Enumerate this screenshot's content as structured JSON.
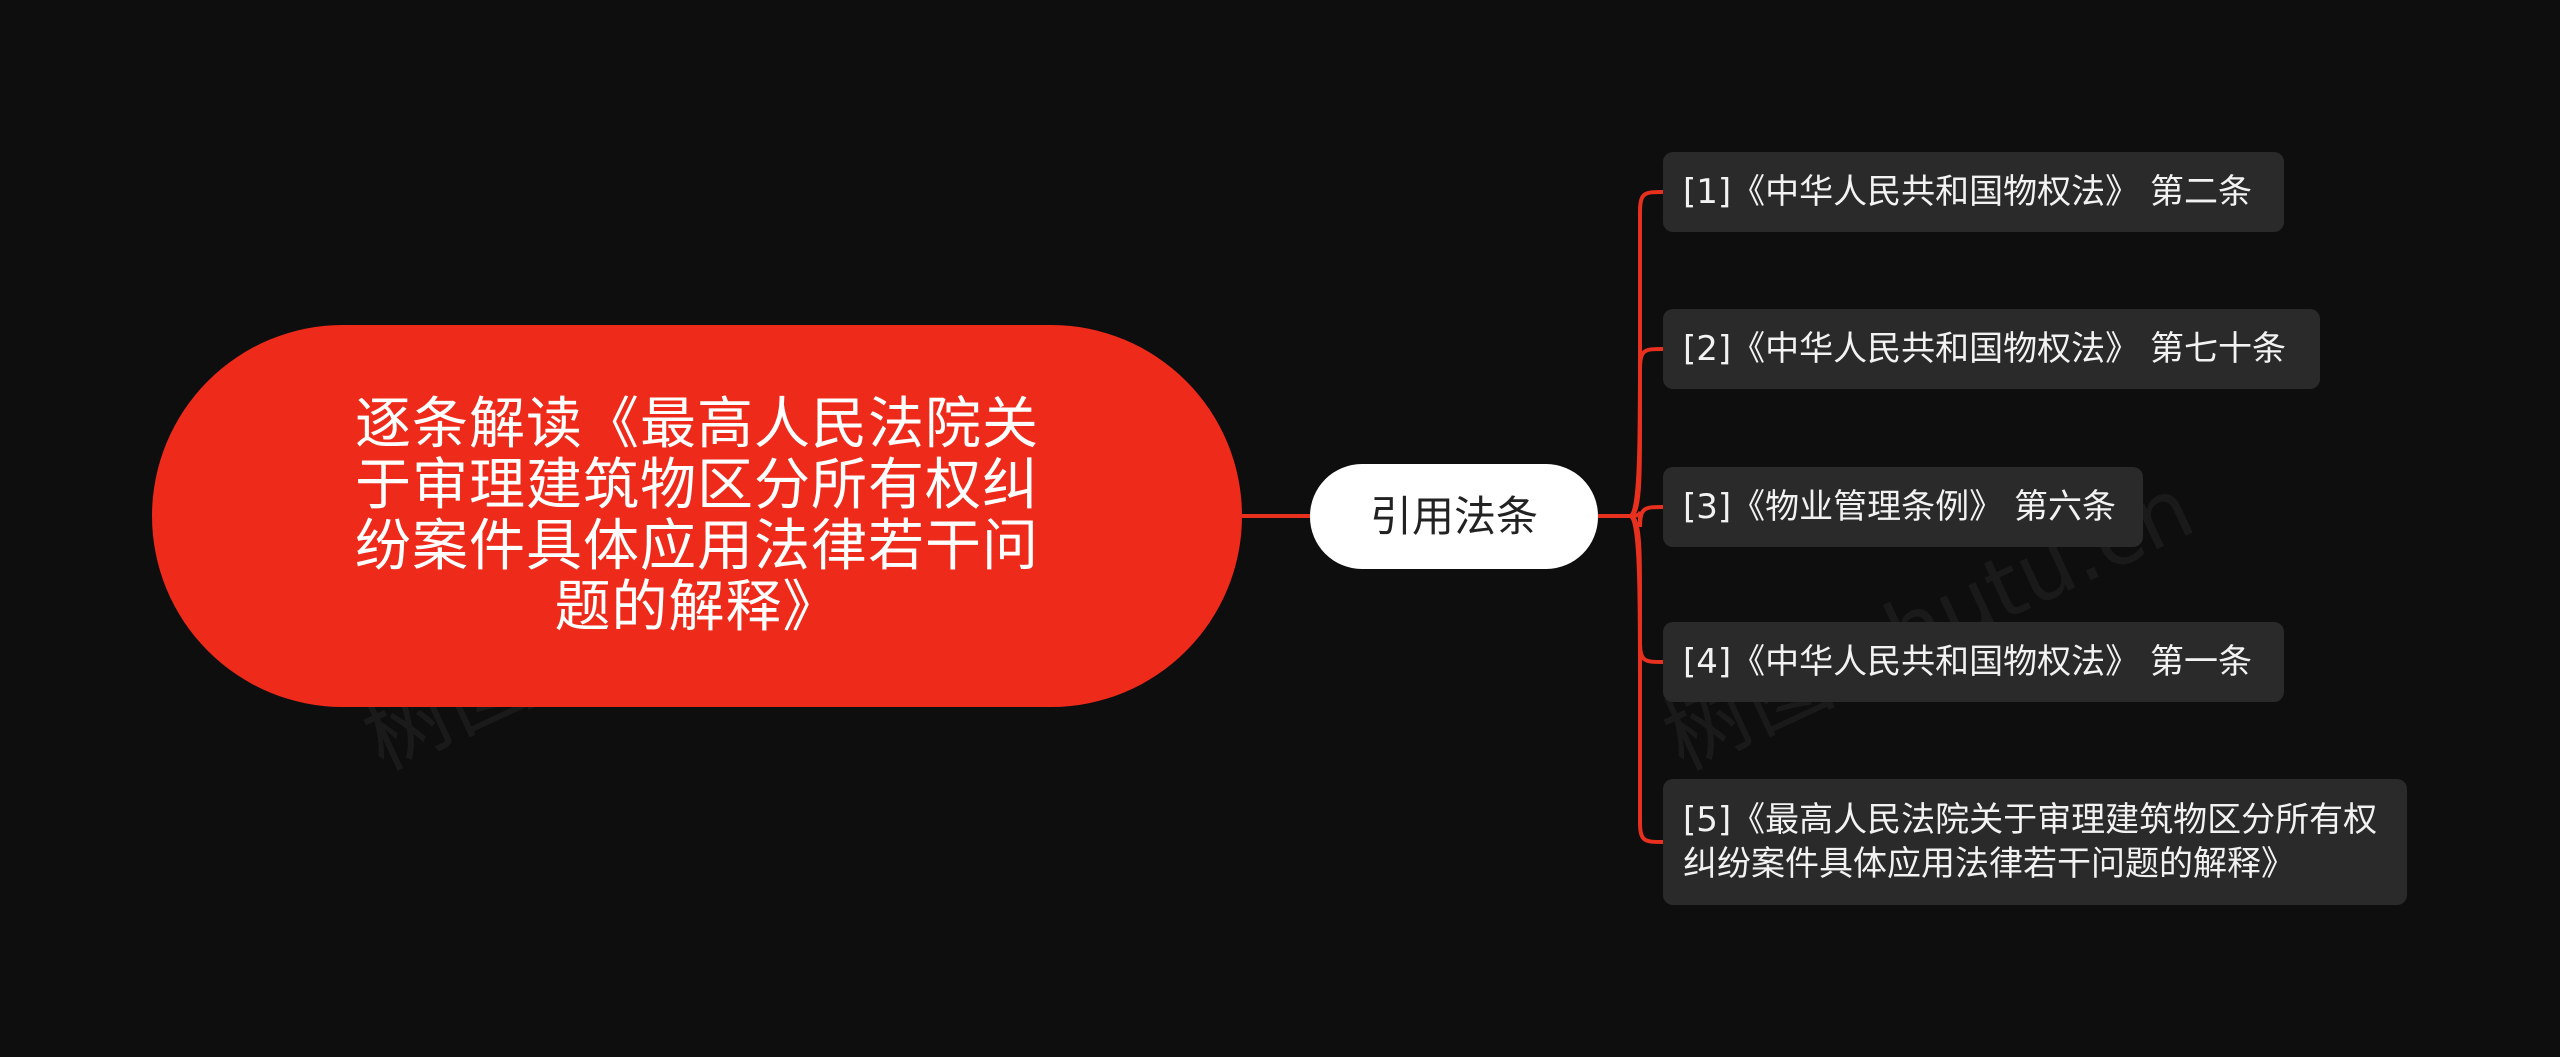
{
  "root": {
    "label": "逐条解读《最高人民法院关于审理建筑物区分所有权纠纷案件具体应用法律若干问题的解释》"
  },
  "branch": {
    "label": "引用法条"
  },
  "leaves": [
    {
      "label": "[1]《中华人民共和国物权法》 第二条"
    },
    {
      "label": "[2]《中华人民共和国物权法》 第七十条"
    },
    {
      "label": "[3]《物业管理条例》 第六条"
    },
    {
      "label": "[4]《中华人民共和国物权法》 第一条"
    },
    {
      "label": "[5]《最高人民法院关于审理建筑物区分所有权纠纷案件具体应用法律若干问题的解释》"
    }
  ],
  "watermark": {
    "text_left": "树图 shutu.cn",
    "text_right": "树图 shutu.cn"
  },
  "colors": {
    "background": "#0e0e0e",
    "root_fill": "#ee2a1b",
    "connector": "#e8301f",
    "branch_fill": "#ffffff",
    "leaf_fill": "#2a2a2a"
  }
}
